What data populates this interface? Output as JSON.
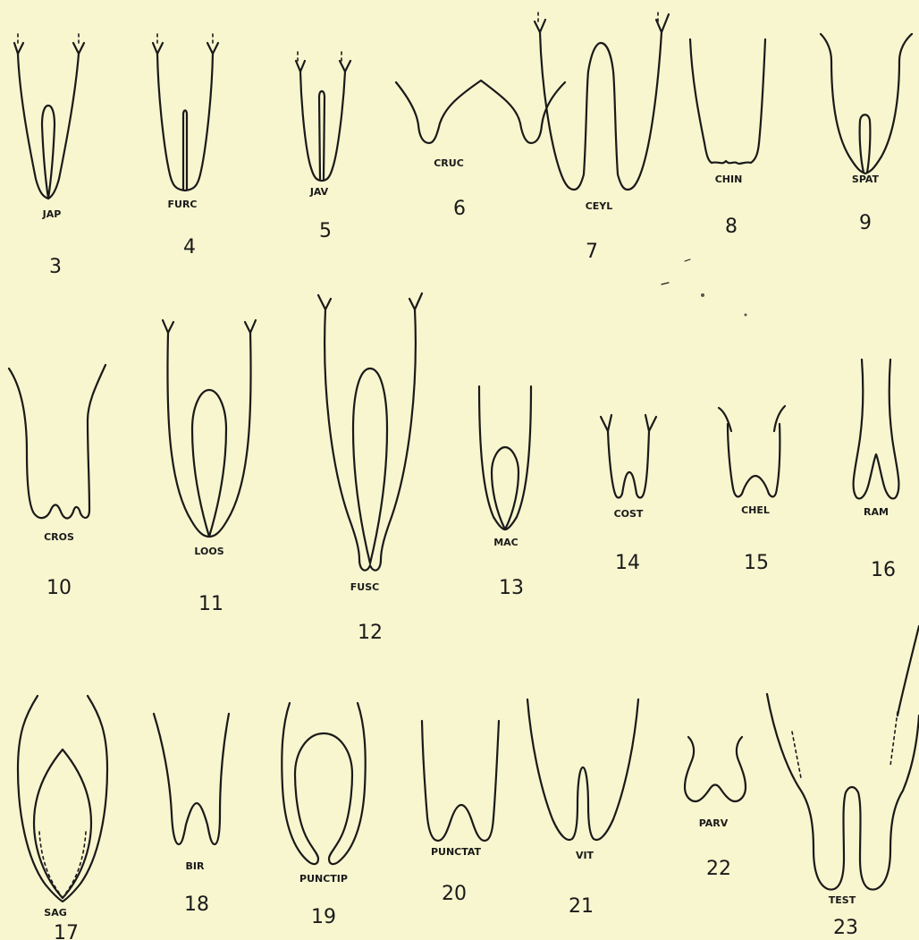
{
  "plate": {
    "figures": [
      {
        "key": "jap",
        "abbr": "JAP",
        "number": "3"
      },
      {
        "key": "furc",
        "abbr": "FURC",
        "number": "4"
      },
      {
        "key": "jav",
        "abbr": "JAV",
        "number": "5"
      },
      {
        "key": "cruc",
        "abbr": "CRUC",
        "number": "6"
      },
      {
        "key": "ceyl",
        "abbr": "CEYL",
        "number": "7"
      },
      {
        "key": "chin",
        "abbr": "CHIN",
        "number": "8"
      },
      {
        "key": "spat",
        "abbr": "SPAT",
        "number": "9"
      },
      {
        "key": "cros",
        "abbr": "CROS",
        "number": "10"
      },
      {
        "key": "loos",
        "abbr": "LOOS",
        "number": "11"
      },
      {
        "key": "fusc",
        "abbr": "FUSC",
        "number": "12"
      },
      {
        "key": "mac",
        "abbr": "MAC",
        "number": "13"
      },
      {
        "key": "cost",
        "abbr": "COST",
        "number": "14"
      },
      {
        "key": "chel",
        "abbr": "CHEL",
        "number": "15"
      },
      {
        "key": "ram",
        "abbr": "RAM",
        "number": "16"
      },
      {
        "key": "sag",
        "abbr": "SAG",
        "number": "17"
      },
      {
        "key": "bir",
        "abbr": "BIR",
        "number": "18"
      },
      {
        "key": "punctip",
        "abbr": "PUNCTIP",
        "number": "19"
      },
      {
        "key": "punctat",
        "abbr": "PUNCTAT",
        "number": "20"
      },
      {
        "key": "vit",
        "abbr": "VIT",
        "number": "21"
      },
      {
        "key": "parv",
        "abbr": "PARV",
        "number": "22"
      },
      {
        "key": "test",
        "abbr": "TEST",
        "number": "23"
      }
    ]
  },
  "colors": {
    "paper": "#f8f6cf",
    "ink": "#1a1a1a"
  }
}
